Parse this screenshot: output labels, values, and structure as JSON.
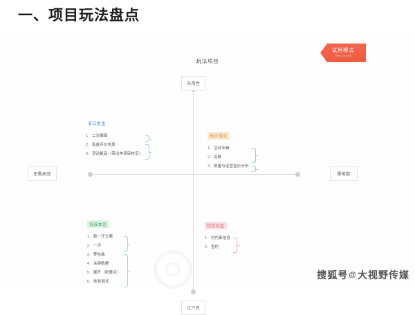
{
  "page": {
    "title": "一、项目玩法盘点"
  },
  "diagram": {
    "title": "玩法项目",
    "ribbon": {
      "label": "试用模式",
      "sub": "TRIAL MODE"
    },
    "axis_labels": {
      "top": "天用性",
      "bottom": "江户性",
      "left": "无需高效",
      "right": "需难数"
    },
    "quadrants": [
      {
        "id": "top-left",
        "heading": "非口用金",
        "accent": "#3d7fd1",
        "items": [
          "二次编辑",
          "私益评价信息",
          "活动赢品（带出申请审核安）"
        ],
        "braces": [
          {
            "start": 0,
            "count": 1
          },
          {
            "start": 1,
            "count": 2
          }
        ]
      },
      {
        "id": "top-right",
        "heading": "高价值区",
        "accent": "#e8913b",
        "items": [
          "活动专辑",
          "高察",
          "销量与运营直价分析"
        ],
        "braces": [
          {
            "start": 0,
            "count": 2
          },
          {
            "start": 2,
            "count": 1
          }
        ]
      },
      {
        "id": "bottom-left",
        "heading": "低成本区",
        "accent": "#3fa45c",
        "items": [
          "新一厅方案",
          "一评",
          "等包装",
          "关键数据",
          "展开（新整点）",
          "体验测试"
        ],
        "braces": [
          {
            "start": 0,
            "count": 2
          },
          {
            "start": 2,
            "count": 4
          }
        ]
      },
      {
        "id": "bottom-right",
        "heading": "待优化区",
        "accent": "#e05b6b",
        "items": [
          "对内部信息",
          "签约"
        ],
        "braces": [
          {
            "start": 0,
            "count": 2
          }
        ]
      }
    ]
  },
  "watermark": {
    "prefix": "搜狐号",
    "at": "@",
    "suffix": "大视野传媒"
  }
}
